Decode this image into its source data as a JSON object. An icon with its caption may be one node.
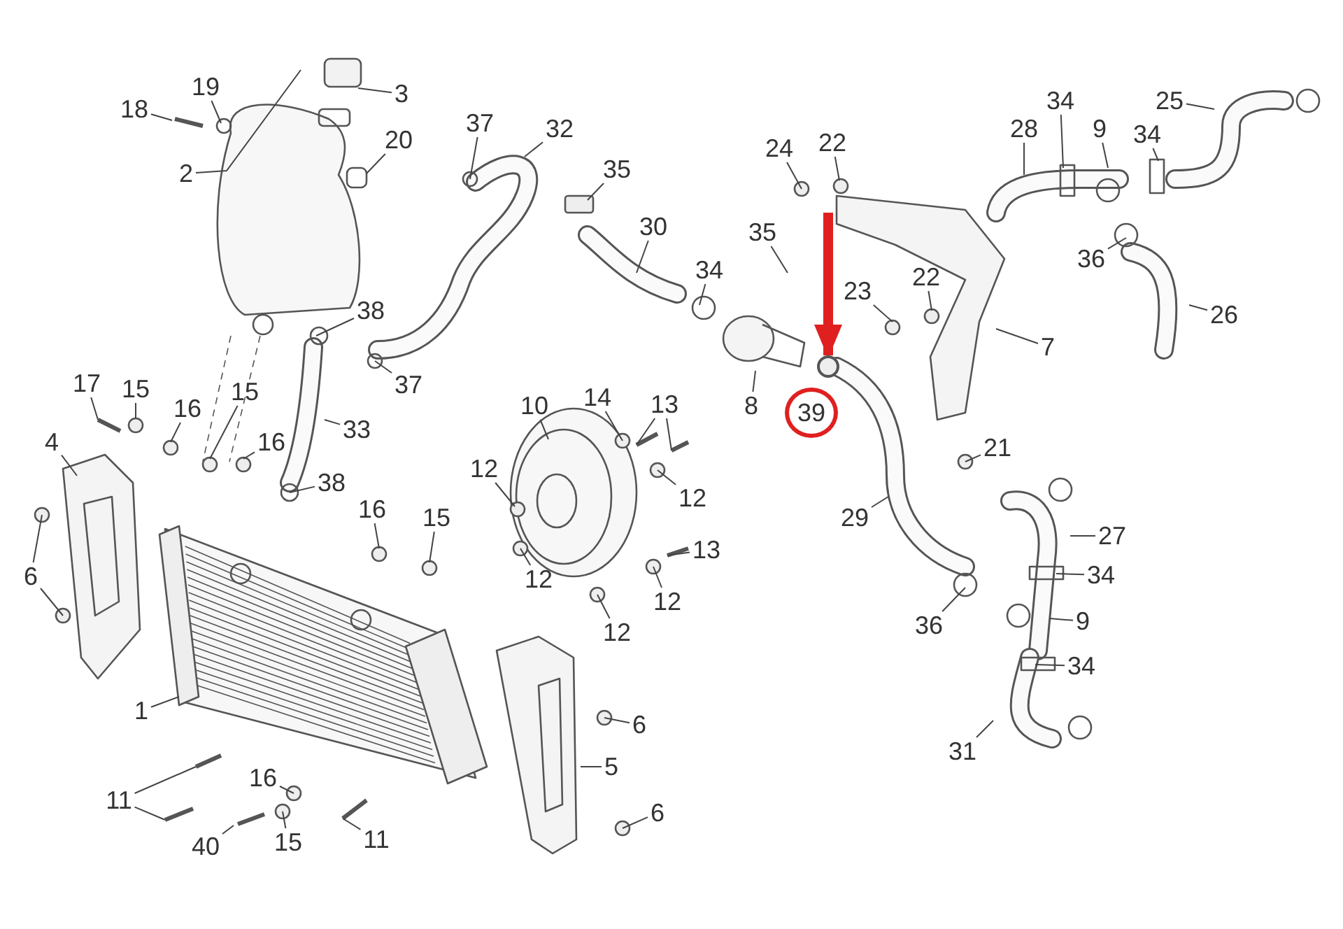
{
  "diagram": {
    "nodes": [
      {
        "text": [
          "19"
        ]
      },
      {
        "text": [
          "18"
        ]
      },
      {
        "text": [
          "3"
        ]
      },
      {
        "text": [
          "20"
        ]
      },
      {
        "text": [
          "2"
        ]
      },
      {
        "text": [
          "37"
        ]
      },
      {
        "text": [
          "32"
        ]
      },
      {
        "text": [
          "24"
        ]
      },
      {
        "text": [
          "22"
        ]
      },
      {
        "text": [
          "35"
        ]
      },
      {
        "text": [
          "30"
        ]
      },
      {
        "text": [
          "35"
        ]
      },
      {
        "text": [
          "34"
        ]
      },
      {
        "text": [
          "22"
        ]
      },
      {
        "text": [
          "23"
        ]
      },
      {
        "text": [
          "8"
        ]
      },
      {
        "text": [
          "39"
        ]
      },
      {
        "text": [
          "28"
        ]
      },
      {
        "text": [
          "34"
        ]
      },
      {
        "text": [
          "9"
        ]
      },
      {
        "text": [
          "34"
        ]
      },
      {
        "text": [
          "25"
        ]
      },
      {
        "text": [
          "36"
        ]
      },
      {
        "text": [
          "26"
        ]
      },
      {
        "text": [
          "7"
        ]
      },
      {
        "text": [
          "17"
        ]
      },
      {
        "text": [
          "15"
        ]
      },
      {
        "text": [
          "16"
        ]
      },
      {
        "text": [
          "15"
        ]
      },
      {
        "text": [
          "16"
        ]
      },
      {
        "text": [
          "37"
        ]
      },
      {
        "text": [
          "38"
        ]
      },
      {
        "text": [
          "33"
        ]
      },
      {
        "text": [
          "38"
        ]
      },
      {
        "text": [
          "4"
        ]
      },
      {
        "text": [
          "10"
        ]
      },
      {
        "text": [
          "14"
        ]
      },
      {
        "text": [
          "13"
        ]
      },
      {
        "text": [
          "12"
        ]
      },
      {
        "text": [
          "12"
        ]
      },
      {
        "text": [
          "12"
        ]
      },
      {
        "text": [
          "13"
        ]
      },
      {
        "text": [
          "12"
        ]
      },
      {
        "text": [
          "12"
        ]
      },
      {
        "text": [
          "21"
        ]
      },
      {
        "text": [
          "29"
        ]
      },
      {
        "text": [
          "27"
        ]
      },
      {
        "text": [
          "34"
        ]
      },
      {
        "text": [
          "9"
        ]
      },
      {
        "text": [
          "34"
        ]
      },
      {
        "text": [
          "36"
        ]
      },
      {
        "text": [
          "31"
        ]
      },
      {
        "text": [
          "16"
        ]
      },
      {
        "text": [
          "15"
        ]
      },
      {
        "text": [
          "6"
        ]
      },
      {
        "text": [
          "1"
        ]
      },
      {
        "text": [
          "6"
        ]
      },
      {
        "text": [
          "5"
        ]
      },
      {
        "text": [
          "11"
        ]
      },
      {
        "text": [
          "16"
        ]
      },
      {
        "text": [
          "40"
        ]
      },
      {
        "text": [
          "15"
        ]
      },
      {
        "text": [
          "11"
        ]
      },
      {
        "text": [
          "6"
        ]
      },
      {
        "text": [],
        "shape": "circle"
      }
    ],
    "edges": [
      {
        "from": 0,
        "to": null,
        "arrow": "none"
      },
      {
        "from": 1,
        "to": null,
        "arrow": "none"
      },
      {
        "from": 2,
        "to": null,
        "arrow": "none"
      },
      {
        "from": 3,
        "to": null,
        "arrow": "none"
      },
      {
        "from": 4,
        "to": null,
        "arrow": "none"
      },
      {
        "from": 5,
        "to": null,
        "arrow": "none"
      },
      {
        "from": 6,
        "to": null,
        "arrow": "none"
      },
      {
        "from": 7,
        "to": null,
        "arrow": "none"
      },
      {
        "from": 8,
        "to": null,
        "arrow": "none"
      },
      {
        "from": 9,
        "to": null,
        "arrow": "none"
      },
      {
        "from": 10,
        "to": null,
        "arrow": "none"
      },
      {
        "from": 11,
        "to": null,
        "arrow": "none"
      },
      {
        "from": 12,
        "to": null,
        "arrow": "none"
      },
      {
        "from": 13,
        "to": null,
        "arrow": "none"
      },
      {
        "from": 14,
        "to": null,
        "arrow": "none"
      },
      {
        "from": 15,
        "to": null,
        "arrow": "none"
      },
      {
        "from": 17,
        "to": null,
        "arrow": "none"
      },
      {
        "from": 18,
        "to": null,
        "arrow": "none"
      },
      {
        "from": 19,
        "to": null,
        "arrow": "none"
      },
      {
        "from": 20,
        "to": null,
        "arrow": "none"
      },
      {
        "from": 21,
        "to": null,
        "arrow": "none"
      },
      {
        "from": 22,
        "to": null,
        "arrow": "none"
      },
      {
        "from": 23,
        "to": null,
        "arrow": "none"
      },
      {
        "from": 24,
        "to": null,
        "arrow": "none"
      },
      {
        "from": 25,
        "to": null,
        "arrow": "none"
      },
      {
        "from": 26,
        "to": null,
        "arrow": "none"
      },
      {
        "from": 27,
        "to": null,
        "arrow": "none"
      },
      {
        "from": 28,
        "to": null,
        "arrow": "none"
      },
      {
        "from": 29,
        "to": null,
        "arrow": "none"
      },
      {
        "from": 30,
        "to": null,
        "arrow": "none"
      },
      {
        "from": 31,
        "to": null,
        "arrow": "none"
      },
      {
        "from": 32,
        "to": null,
        "arrow": "none"
      },
      {
        "from": 33,
        "to": null,
        "arrow": "none"
      },
      {
        "from": 34,
        "to": null,
        "arrow": "none"
      },
      {
        "from": 35,
        "to": null,
        "arrow": "none"
      },
      {
        "from": 36,
        "to": null,
        "arrow": "none"
      },
      {
        "from": 37,
        "to": null,
        "arrow": "none"
      },
      {
        "from": 37,
        "to": null,
        "arrow": "none"
      },
      {
        "from": 38,
        "to": null,
        "arrow": "none"
      },
      {
        "from": 39,
        "to": null,
        "arrow": "none"
      },
      {
        "from": 40,
        "to": null,
        "arrow": "none"
      },
      {
        "from": 41,
        "to": null,
        "arrow": "none"
      },
      {
        "from": 42,
        "to": null,
        "arrow": "none"
      },
      {
        "from": 43,
        "to": null,
        "arrow": "none"
      },
      {
        "from": 44,
        "to": null,
        "arrow": "none"
      },
      {
        "from": 45,
        "to": null,
        "arrow": "none"
      },
      {
        "from": 46,
        "to": null,
        "arrow": "none"
      },
      {
        "from": 47,
        "to": null,
        "arrow": "none"
      },
      {
        "from": 48,
        "to": null,
        "arrow": "none"
      },
      {
        "from": 49,
        "to": null,
        "arrow": "none"
      },
      {
        "from": 50,
        "to": null,
        "arrow": "none"
      },
      {
        "from": 51,
        "to": null,
        "arrow": "none"
      },
      {
        "from": 52,
        "to": null,
        "arrow": "none"
      },
      {
        "from": 53,
        "to": null,
        "arrow": "none"
      },
      {
        "from": 54,
        "to": null,
        "arrow": "none"
      },
      {
        "from": 54,
        "to": null,
        "arrow": "none"
      },
      {
        "from": 55,
        "to": null,
        "arrow": "none"
      },
      {
        "from": 56,
        "to": null,
        "arrow": "none"
      },
      {
        "from": 57,
        "to": null,
        "arrow": "none"
      },
      {
        "from": 58,
        "to": null,
        "arrow": "none"
      },
      {
        "from": 58,
        "to": null,
        "arrow": "none"
      },
      {
        "from": 59,
        "to": null,
        "arrow": "none"
      },
      {
        "from": 60,
        "to": null,
        "arrow": "none"
      },
      {
        "from": 61,
        "to": null,
        "arrow": "none"
      },
      {
        "from": 62,
        "to": null,
        "arrow": "none"
      },
      {
        "from": 63,
        "to": null,
        "arrow": "none"
      },
      {
        "from": null,
        "to": 64,
        "arrow": "to",
        "style": "thick",
        "color": "#e02020"
      }
    ]
  }
}
